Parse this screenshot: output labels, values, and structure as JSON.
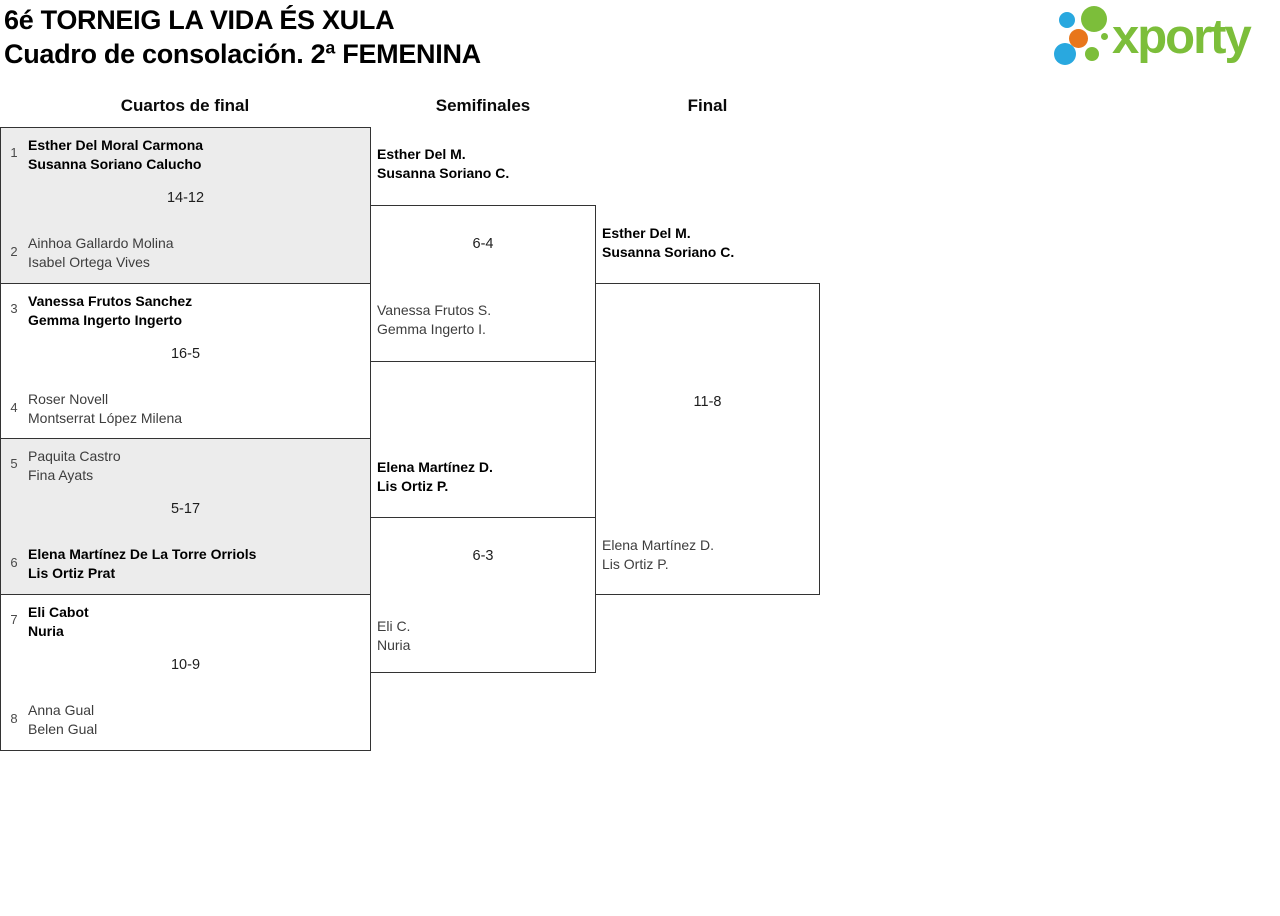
{
  "title": {
    "line1": "6é TORNEIG LA VIDA ÉS XULA",
    "line2": "Cuadro de consolación. 2ª FEMENINA"
  },
  "logo": {
    "brand": "xporty",
    "colors": {
      "green": "#7CBE3A",
      "blue": "#29A8DF",
      "orange": "#E8761A"
    }
  },
  "round_headers": [
    {
      "label": "Cuartos de final"
    },
    {
      "label": "Semifinales"
    },
    {
      "label": "Final"
    }
  ],
  "style": {
    "shaded_box_background": "#ECECEC",
    "border_color": "#333333",
    "winner_color": "#000000",
    "loser_color": "#3D3D3D"
  },
  "quarterfinals": [
    {
      "seed_top": "1",
      "team_top": [
        "Esther Del Moral Carmona",
        "Susanna Soriano Calucho"
      ],
      "score": "14-12",
      "seed_bottom": "2",
      "team_bottom": [
        "Ainhoa Gallardo Molina",
        "Isabel Ortega Vives"
      ],
      "winner": "top",
      "shaded": true
    },
    {
      "seed_top": "3",
      "team_top": [
        "Vanessa Frutos Sanchez",
        "Gemma Ingerto Ingerto"
      ],
      "score": "16-5",
      "seed_bottom": "4",
      "team_bottom": [
        "Roser Novell",
        "Montserrat López Milena"
      ],
      "winner": "top",
      "shaded": false
    },
    {
      "seed_top": "5",
      "team_top": [
        "Paquita Castro",
        "Fina Ayats"
      ],
      "score": "5-17",
      "seed_bottom": "6",
      "team_bottom": [
        "Elena Martínez De La Torre Orriols",
        "Lis Ortiz Prat"
      ],
      "winner": "bottom",
      "shaded": true
    },
    {
      "seed_top": "7",
      "team_top": [
        "Eli Cabot",
        "Nuria"
      ],
      "score": "10-9",
      "seed_bottom": "8",
      "team_bottom": [
        "Anna Gual",
        "Belen Gual"
      ],
      "winner": "top",
      "shaded": false
    }
  ],
  "semifinals": [
    {
      "team_top": [
        "Esther Del M.",
        "Susanna Soriano C."
      ],
      "score": "6-4",
      "team_bottom": [
        "Vanessa Frutos S.",
        "Gemma Ingerto I."
      ],
      "winner": "top"
    },
    {
      "team_top": [
        "Elena Martínez D.",
        "Lis Ortiz P."
      ],
      "score": "6-3",
      "team_bottom": [
        "Eli C.",
        "Nuria"
      ],
      "winner": "top"
    }
  ],
  "final": {
    "team_top": [
      "Esther Del M.",
      "Susanna Soriano C."
    ],
    "score": "11-8",
    "team_bottom": [
      "Elena Martínez D.",
      "Lis Ortiz P."
    ],
    "winner": "top"
  }
}
